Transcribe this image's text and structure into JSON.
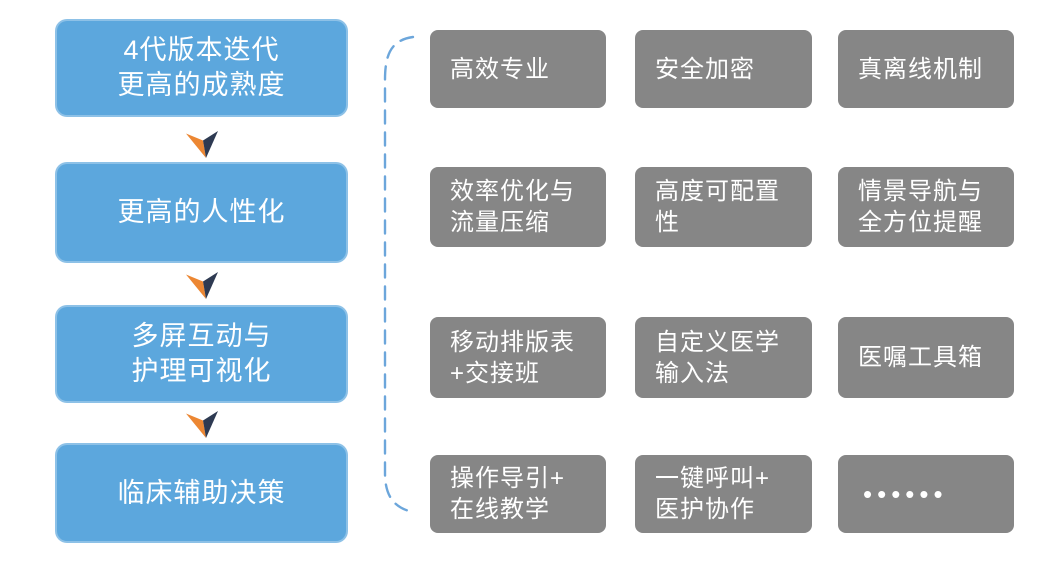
{
  "colors": {
    "step_blue": "#5CA7DD",
    "cell_gray": "#868686",
    "arrow_orange": "#EC8733",
    "arrow_navy": "#2E3A52",
    "brace_blue": "#6CA6DB",
    "text_white": "#FFFFFF",
    "background": "#FFFFFF"
  },
  "left_flow": {
    "steps": [
      {
        "label": "4代版本迭代\n更高的成熟度"
      },
      {
        "label": "更高的人性化"
      },
      {
        "label": "多屏互动与\n护理可视化"
      },
      {
        "label": "临床辅助决策"
      }
    ]
  },
  "right_grid": {
    "rows": [
      {
        "cells": [
          {
            "label": "高效专业"
          },
          {
            "label": "安全加密"
          },
          {
            "label": "真离线机制"
          }
        ]
      },
      {
        "cells": [
          {
            "label": "效率优化与\n流量压缩"
          },
          {
            "label": "高度可配置\n性"
          },
          {
            "label": "情景导航与\n全方位提醒"
          }
        ]
      },
      {
        "cells": [
          {
            "label": "移动排版表\n+交接班"
          },
          {
            "label": "自定义医学\n输入法"
          },
          {
            "label": "医嘱工具箱"
          }
        ]
      },
      {
        "cells": [
          {
            "label": "操作导引+\n在线教学"
          },
          {
            "label": "一键呼叫+\n医护协作"
          },
          {
            "label": "••••••"
          }
        ]
      }
    ]
  }
}
